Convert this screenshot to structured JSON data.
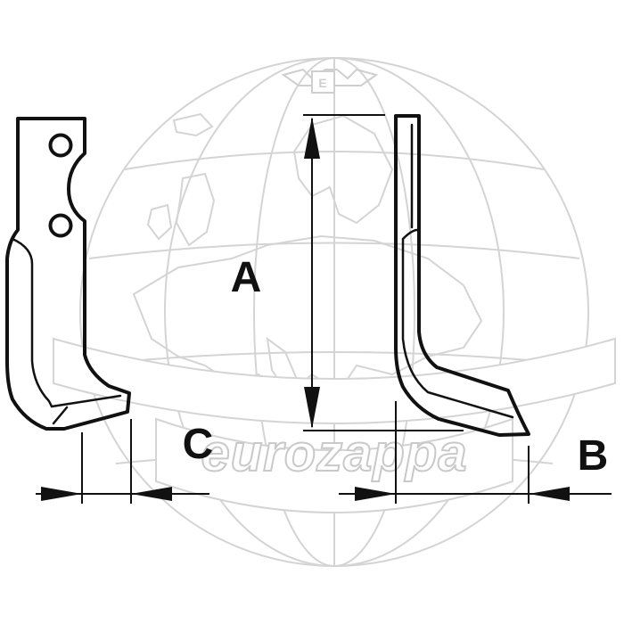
{
  "dimensions": {
    "a_label": "A",
    "b_label": "B",
    "c_label": "C"
  },
  "watermark": {
    "brand_text": "eurozappa",
    "logo_text": "E"
  },
  "colors": {
    "line": "#111111",
    "watermark": "#d0d0d0",
    "background": "#ffffff"
  }
}
